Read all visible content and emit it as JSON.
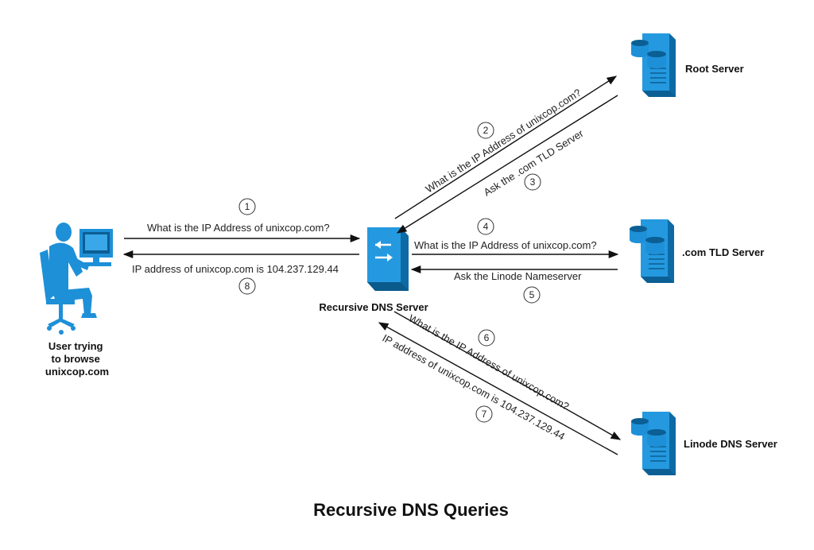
{
  "title": "Recursive DNS Queries",
  "colors": {
    "accent": "#1e90d8",
    "accent_dark": "#0b5f94",
    "line": "#111111"
  },
  "nodes": {
    "user": {
      "label_lines": [
        "User trying",
        "to browse",
        "unixcop.com"
      ],
      "icon": "user-at-computer-icon"
    },
    "resolver": {
      "label": "Recursive DNS Server",
      "icon": "switch-icon"
    },
    "root": {
      "label": "Root Server",
      "icon": "server-icon"
    },
    "tld": {
      "label": ".com TLD Server",
      "icon": "server-icon"
    },
    "linode": {
      "label": "Linode DNS Server",
      "icon": "server-icon"
    }
  },
  "steps": [
    {
      "num": "1",
      "text": "What is the IP Address of unixcop.com?"
    },
    {
      "num": "2",
      "text": "What is the IP Address of unixcop.com?"
    },
    {
      "num": "3",
      "text": "Ask the .com TLD Server"
    },
    {
      "num": "4",
      "text": "What is the IP Address of unixcop.com?"
    },
    {
      "num": "5",
      "text": "Ask the Linode Nameserver"
    },
    {
      "num": "6",
      "text": "What is the IP Address of unixcop.com?"
    },
    {
      "num": "7",
      "text": "IP address of unixcop.com is 104.237.129.44"
    },
    {
      "num": "8",
      "text": "IP address of unixcop.com is 104.237.129.44"
    }
  ]
}
